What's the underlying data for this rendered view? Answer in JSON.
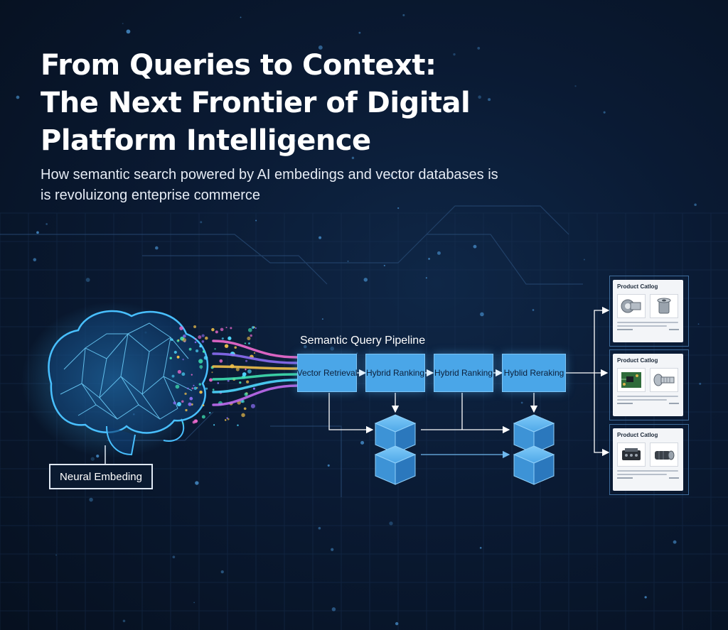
{
  "header": {
    "title_lines": [
      "From Queries to Context:",
      "The Next Frontier of Digital",
      "Platform Intelligence"
    ],
    "subtitle_lines": [
      "How semantic search powered by AI embedings and vector databases is",
      "is revoluizong enteprise commerce"
    ]
  },
  "brain": {
    "icon": "brain-icon",
    "label": "Neural Embeding"
  },
  "pipeline": {
    "title": "Semantic Query Pipeline",
    "stages": [
      "Vector Retrieval",
      "Hybrid Ranking",
      "Hybrid Ranking",
      "Hyblid Reraking"
    ]
  },
  "vector_stores": [
    {
      "icon": "vector-database-icon"
    },
    {
      "icon": "vector-database-icon"
    }
  ],
  "catalogs": [
    {
      "title": "Product Catlog",
      "thumbs": [
        "pipe-fitting-icon",
        "valve-fitting-icon"
      ]
    },
    {
      "title": "Product Catlog",
      "thumbs": [
        "circuit-board-icon",
        "bolt-icon"
      ]
    },
    {
      "title": "Product Catlog",
      "thumbs": [
        "connector-module-icon",
        "cylinder-connector-icon"
      ]
    }
  ],
  "colors": {
    "background": "#0a1a33",
    "accent": "#4aa6e8",
    "brain_glow": "#3fb8ff",
    "stream_colors": [
      "#f06bd0",
      "#8b6df2",
      "#4fd8ff",
      "#f0c04a",
      "#3fe0b0"
    ]
  }
}
